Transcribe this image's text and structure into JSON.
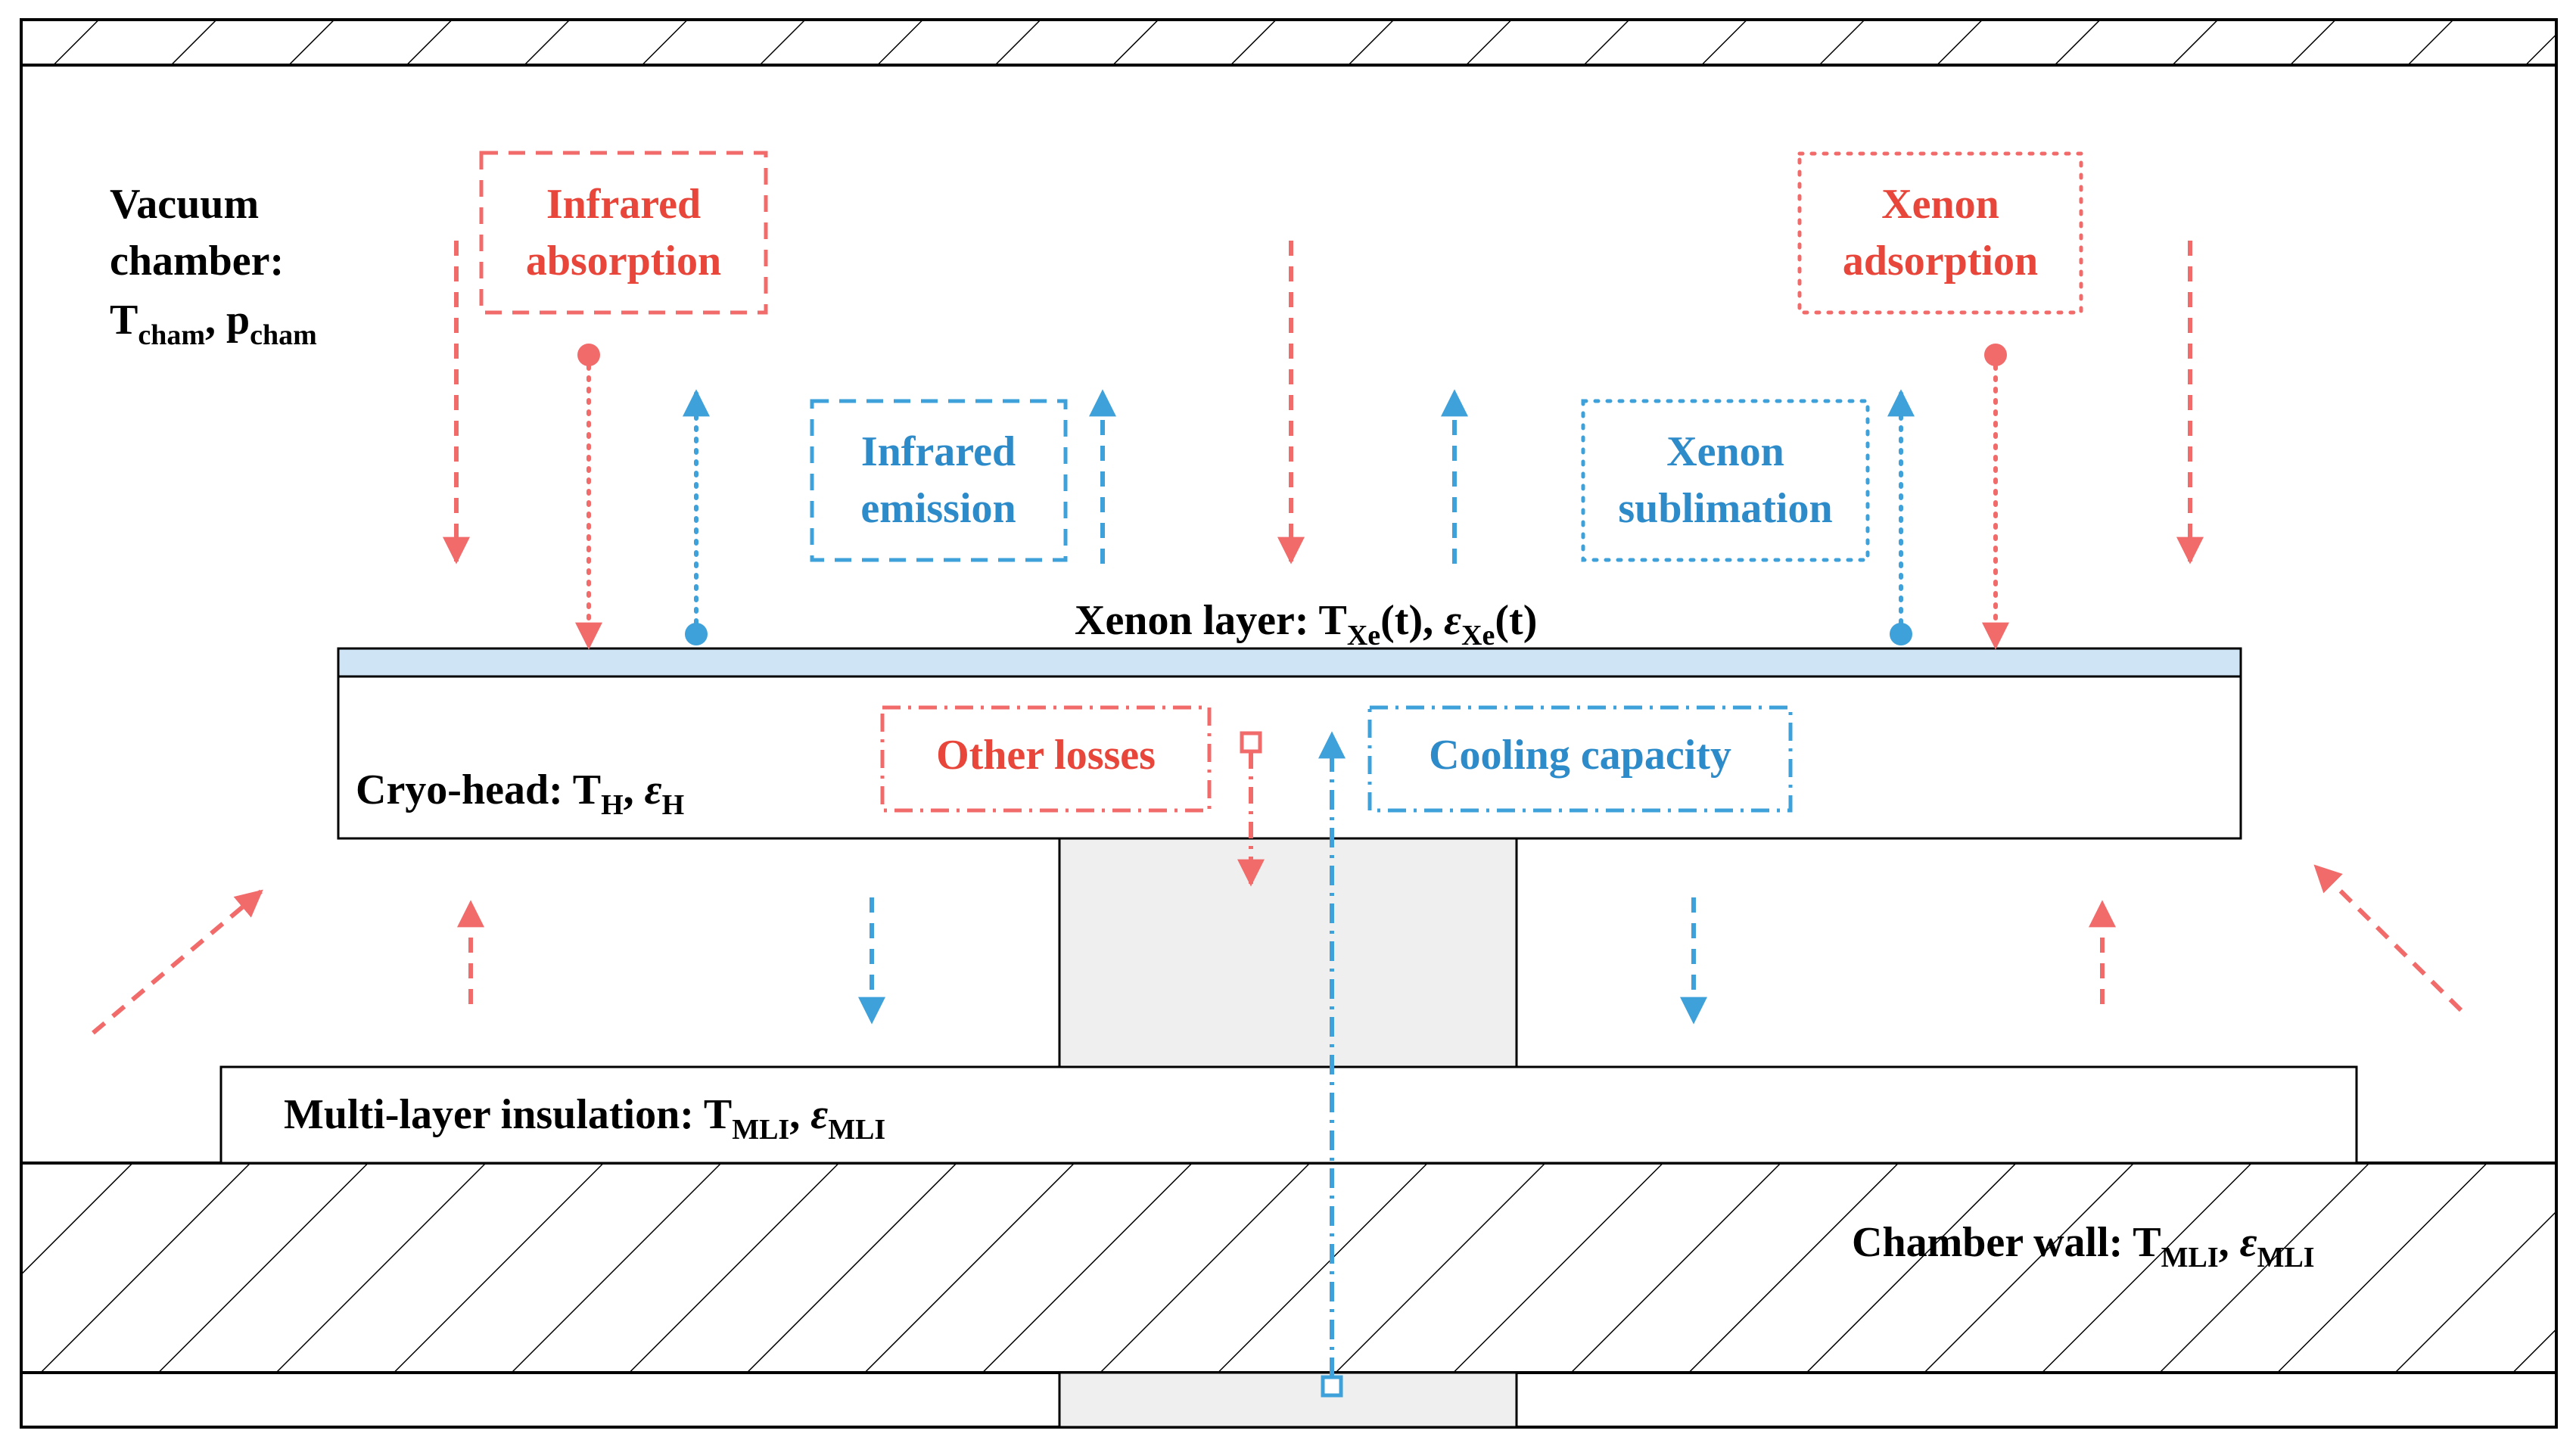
{
  "colors": {
    "red_text": "#E8463A",
    "red_arrow": "#F26B6B",
    "blue": "#3FA1DA",
    "blue_text": "#2E8BC9",
    "xenon_layer_fill": "#CFE4F5",
    "pedestal_fill": "#EFEFEF"
  },
  "labels": {
    "vacuum_chamber": {
      "line1": "Vacuum",
      "line2": "chamber:",
      "T": "T",
      "T_sub": "cham",
      "sep": ", ",
      "p": "p",
      "p_sub": "cham"
    },
    "infrared_absorption": {
      "line1": "Infrared",
      "line2": "absorption"
    },
    "infrared_emission": {
      "line1": "Infrared",
      "line2": "emission"
    },
    "xenon_adsorption": {
      "line1": "Xenon",
      "line2": "adsorption"
    },
    "xenon_sublimation": {
      "line1": "Xenon",
      "line2": "sublimation"
    },
    "xenon_layer": {
      "prefix": "Xenon layer: T",
      "T_sub": "Xe",
      "mid": "(t), ",
      "eps": "ε",
      "eps_sub": "Xe",
      "suffix": "(t)"
    },
    "cryo_head": {
      "prefix": "Cryo-head: T",
      "T_sub": "H",
      "sep": ", ",
      "eps": "ε",
      "eps_sub": "H"
    },
    "other_losses": "Other losses",
    "cooling_capacity": "Cooling capacity",
    "mli": {
      "prefix": "Multi-layer insulation: T",
      "T_sub": "MLI",
      "sep": ", ",
      "eps": "ε",
      "eps_sub": "MLI"
    },
    "chamber_wall": {
      "prefix": "Chamber wall: T",
      "T_sub": "MLI",
      "sep": ", ",
      "eps": "ε",
      "eps_sub": "MLI"
    }
  }
}
